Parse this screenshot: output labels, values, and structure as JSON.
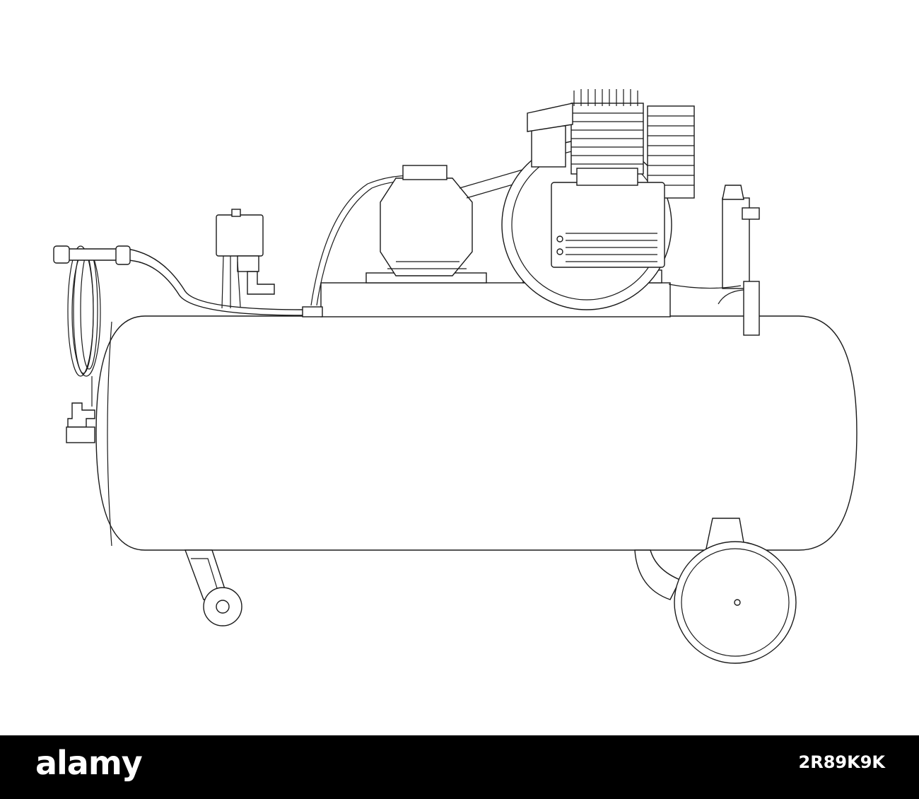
{
  "image": {
    "subject": "air-compressor-line-drawing",
    "stroke_color": "#1a1a1a",
    "background_color": "#ffffff"
  },
  "watermark": {
    "brand": "alamy",
    "image_code": "2R89K9K",
    "bar_color": "#000000",
    "text_color": "#ffffff"
  }
}
